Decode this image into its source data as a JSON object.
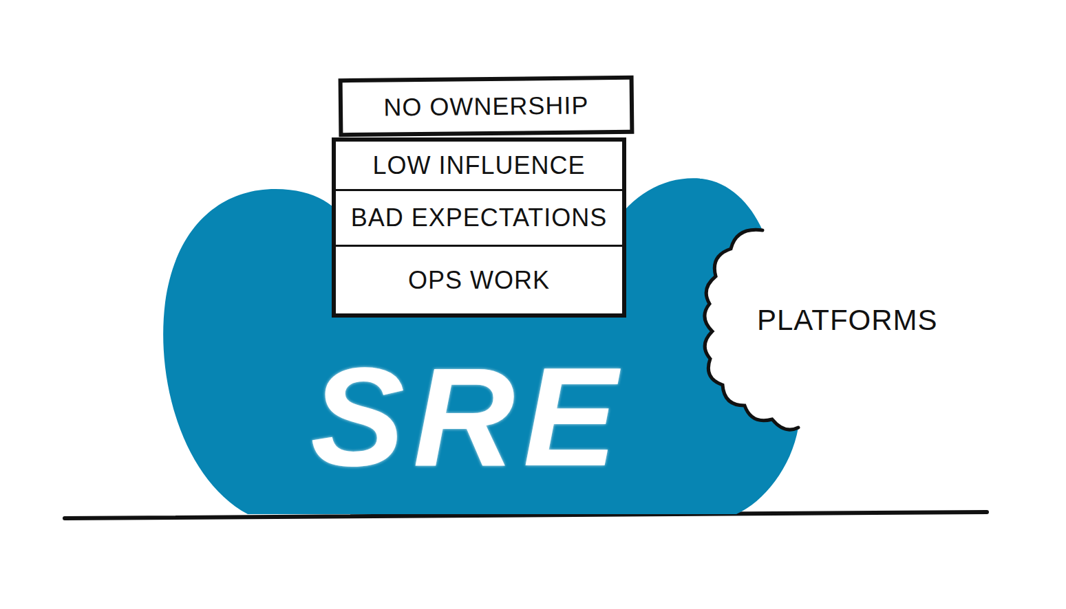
{
  "diagram": {
    "nodes": [
      {
        "text": [
          "NO OWNERSHIP"
        ]
      },
      {
        "text": [
          "LOW INFLUENCE"
        ]
      },
      {
        "text": [
          "BAD EXPECTATIONS"
        ]
      },
      {
        "text": [
          "OPS WORK"
        ]
      },
      {
        "text": [
          "SRE"
        ]
      }
    ],
    "labels": [
      "PLATFORMS"
    ]
  }
}
